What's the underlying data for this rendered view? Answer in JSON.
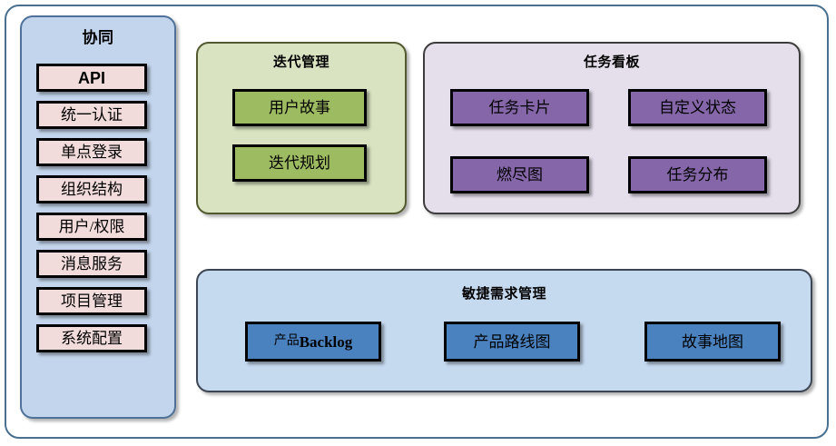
{
  "diagram": {
    "type": "block-architecture",
    "outer_frame": {
      "label": ""
    },
    "panels": [
      {
        "id": "collaboration",
        "title": "协同",
        "color": "#c3d5ec",
        "border": "#4f7199",
        "items": [
          {
            "label": "API",
            "color": "#f2dcdb"
          },
          {
            "label": "统一认证",
            "color": "#f2dcdb"
          },
          {
            "label": "单点登录",
            "color": "#f2dcdb"
          },
          {
            "label": "组织结构",
            "color": "#f2dcdb"
          },
          {
            "label": "用户/权限",
            "color": "#f2dcdb"
          },
          {
            "label": "消息服务",
            "color": "#f2dcdb"
          },
          {
            "label": "项目管理",
            "color": "#f2dcdb"
          },
          {
            "label": "系统配置",
            "color": "#f2dcdb"
          }
        ]
      },
      {
        "id": "iteration",
        "title": "迭代管理",
        "color": "#d9e3c1",
        "border": "#53592e",
        "items": [
          {
            "label": "用户故事",
            "color": "#9dbb61"
          },
          {
            "label": "迭代规划",
            "color": "#9dbb61"
          }
        ]
      },
      {
        "id": "taskboard",
        "title": "任务看板",
        "color": "#e5dfec",
        "border": "#3c3c3c",
        "items": [
          {
            "label": "任务卡片",
            "color": "#8566a9"
          },
          {
            "label": "自定义状态",
            "color": "#8566a9"
          },
          {
            "label": "燃尽图",
            "color": "#8566a9"
          },
          {
            "label": "任务分布",
            "color": "#8566a9"
          }
        ]
      },
      {
        "id": "agile",
        "title": "敏捷需求管理",
        "color": "#c5d9ef",
        "border": "#3b4553",
        "items": [
          {
            "label": "产品Backlog",
            "label_prefix": "产品",
            "label_suffix": "Backlog",
            "color": "#4a82bf"
          },
          {
            "label": "产品路线图",
            "color": "#4a82bf"
          },
          {
            "label": "故事地图",
            "color": "#4a82bf"
          }
        ]
      }
    ]
  }
}
